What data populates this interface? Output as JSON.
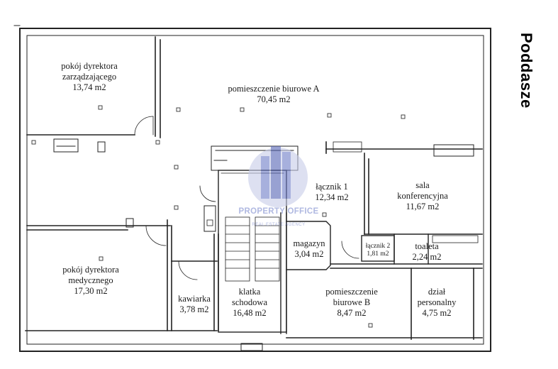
{
  "floor_title": "Poddasze",
  "watermark": {
    "brand": "PROPERTY OFFICE",
    "tagline": "REAL ESTATE AGENCY",
    "color": "#6e7dc8"
  },
  "rooms": {
    "dyrektor_zarzadzajacy": {
      "line1": "pokój dyrektora",
      "line2": "zarządzającego",
      "area": "13,74 m2"
    },
    "biurowe_a": {
      "line1": "pomieszczenie biurowe A",
      "area": "70,45 m2"
    },
    "lacznik_1": {
      "line1": "łącznik 1",
      "area": "12,34 m2"
    },
    "sala_konferencyjna": {
      "line1": "sala",
      "line2": "konferencyjna",
      "area": "11,67 m2"
    },
    "magazyn": {
      "line1": "magazyn",
      "area": "3,04 m2"
    },
    "lacznik_2": {
      "line1": "łącznik 2",
      "area": "1,81 m2"
    },
    "toaleta": {
      "line1": "toaleta",
      "area": "2,24 m2"
    },
    "dyrektor_medyczny": {
      "line1": "pokój dyrektora",
      "line2": "medycznego",
      "area": "17,30 m2"
    },
    "kawiarka": {
      "line1": "kawiarka",
      "area": "3,78 m2"
    },
    "klatka_schodowa": {
      "line1": "klatka",
      "line2": "schodowa",
      "area": "16,48 m2"
    },
    "biurowe_b": {
      "line1": "pomieszczenie",
      "line2": "biurowe B",
      "area": "8,47 m2"
    },
    "dzial_personalny": {
      "line1": "dział",
      "line2": "personalny",
      "area": "4,75 m2"
    }
  }
}
